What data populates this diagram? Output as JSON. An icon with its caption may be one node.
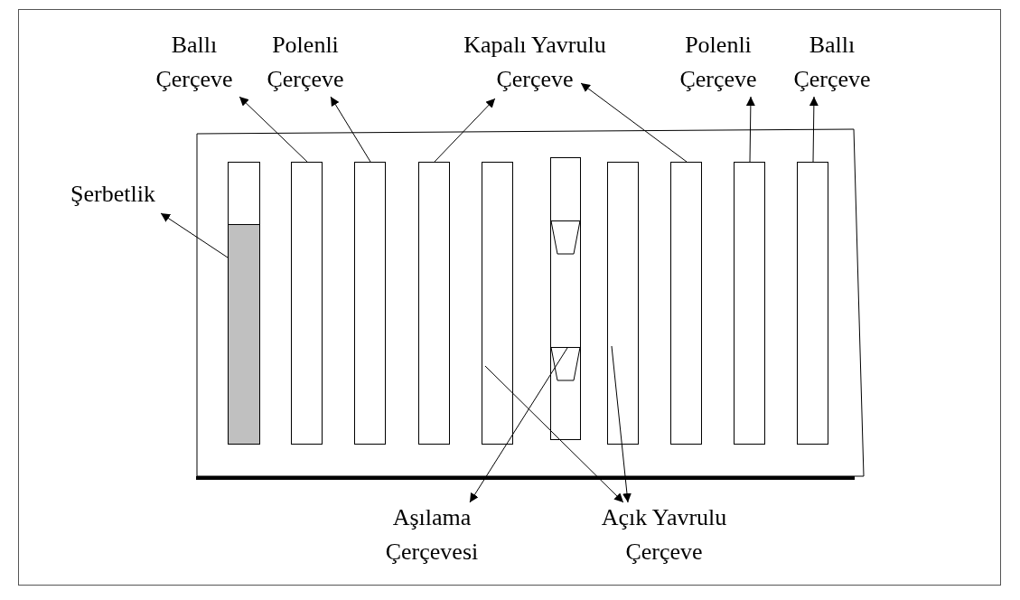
{
  "diagram": {
    "nodes": [
      {
        "text": [
          "Ballı Çerçeve"
        ]
      },
      {
        "text": [
          "Polenli Çerçeve"
        ]
      },
      {
        "text": [
          "Kapalı Yavrulu Çerçeve"
        ]
      },
      {
        "text": [
          "Polenli Çerçeve"
        ]
      },
      {
        "text": [
          "Ballı Çerçeve"
        ]
      },
      {
        "text": [
          "Şerbetlik"
        ]
      },
      {
        "text": [
          "Aşılama Çerçevesi"
        ]
      },
      {
        "text": [
          "Açık Yavrulu Çerçeve"
        ]
      },
      {
        "text": [],
        "shape": "box"
      },
      {
        "text": [],
        "shape": "box"
      },
      {
        "text": [],
        "shape": "box"
      },
      {
        "text": [],
        "shape": "box"
      },
      {
        "text": [],
        "shape": "box"
      },
      {
        "text": [],
        "shape": "box"
      },
      {
        "text": [],
        "shape": "box"
      },
      {
        "text": [],
        "shape": "box"
      },
      {
        "text": [],
        "shape": "box"
      },
      {
        "text": [],
        "shape": "box"
      }
    ],
    "edges": [
      {
        "from": 9,
        "to": 0,
        "arrow": "to"
      },
      {
        "from": 10,
        "to": 1,
        "arrow": "to"
      },
      {
        "from": 11,
        "to": 2,
        "arrow": "to"
      },
      {
        "from": 15,
        "to": 2,
        "arrow": "to"
      },
      {
        "from": 16,
        "to": 3,
        "arrow": "to"
      },
      {
        "from": 17,
        "to": 4,
        "arrow": "to"
      },
      {
        "from": 8,
        "to": 5,
        "arrow": "to"
      },
      {
        "from": 13,
        "to": 6,
        "arrow": "to"
      },
      {
        "from": 12,
        "to": 7,
        "arrow": "to"
      },
      {
        "from": 14,
        "to": 7,
        "arrow": "to"
      }
    ]
  }
}
